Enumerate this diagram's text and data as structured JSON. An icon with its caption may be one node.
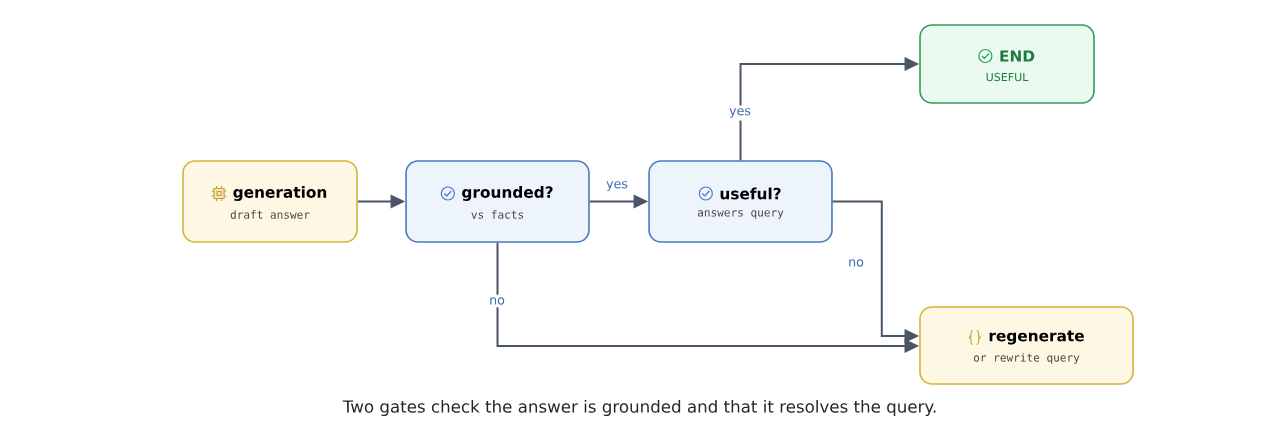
{
  "diagram": {
    "caption": "Two gates check the answer is grounded and that it resolves the query.",
    "nodes": [
      {
        "text": [
          "generation",
          "draft answer"
        ]
      },
      {
        "text": [
          "grounded?",
          "vs facts"
        ]
      },
      {
        "text": [
          "useful?",
          "answers query"
        ]
      },
      {
        "text": [
          "END",
          "USEFUL"
        ]
      },
      {
        "text": [
          "regenerate",
          "or rewrite query"
        ]
      }
    ],
    "edges": [
      {
        "from": 0,
        "to": 1,
        "arrow": "to"
      },
      {
        "from": 1,
        "to": 2,
        "arrow": "to",
        "label": "yes"
      },
      {
        "from": 2,
        "to": 3,
        "arrow": "to",
        "label": "yes"
      },
      {
        "from": 2,
        "to": 4,
        "arrow": "to",
        "label": "no"
      },
      {
        "from": 1,
        "to": 4,
        "arrow": "to",
        "label": "no"
      }
    ]
  }
}
